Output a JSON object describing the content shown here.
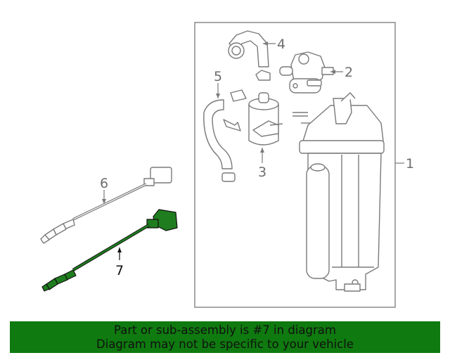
{
  "callouts": {
    "p1": "1",
    "p2": "2",
    "p3": "3",
    "p4": "4",
    "p5": "5",
    "p6": "6",
    "p7": "7"
  },
  "banner": {
    "line1": "Part or sub-assembly is #7 in diagram",
    "line2": "Diagram may not be specific to your vehicle"
  },
  "colors": {
    "line": "#7a7a7a",
    "highlight": "#1f7d1f",
    "banner_bg": "#0f7a0f"
  },
  "highlighted_part": "7"
}
